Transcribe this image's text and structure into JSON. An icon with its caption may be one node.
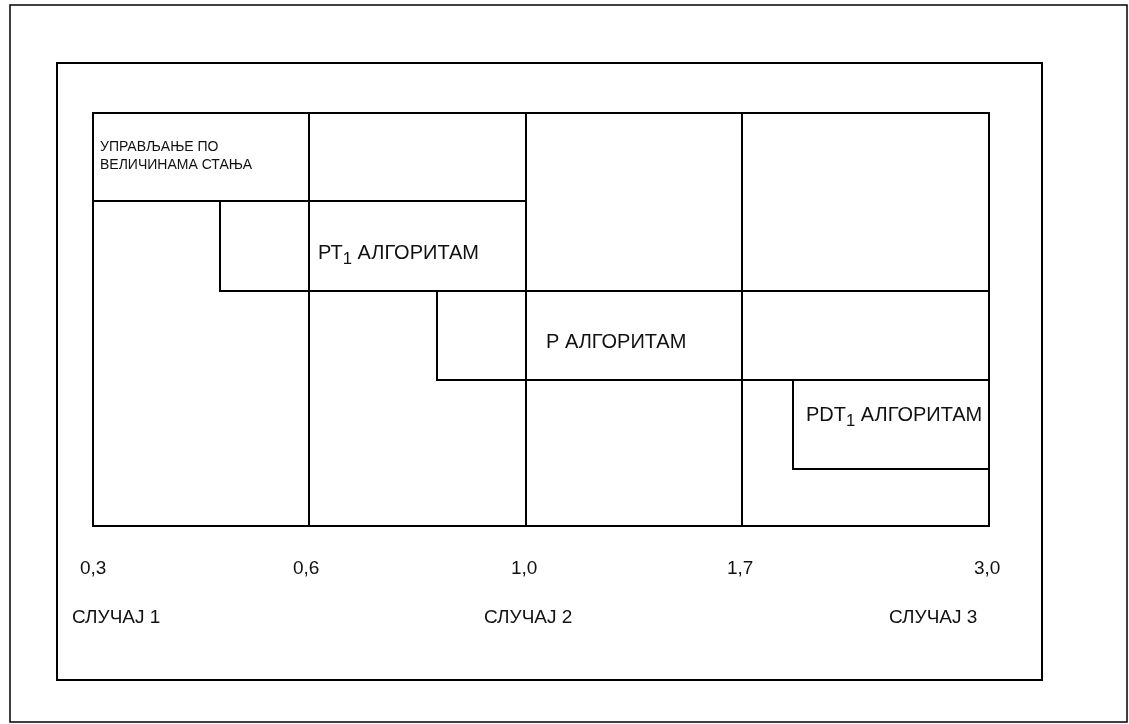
{
  "diagram": {
    "nodes": [
      {
        "text": [
          "УПРАВЉАЊЕ ПО ВЕЛИЧИНАМА СТАЊА"
        ]
      },
      {
        "text": [
          "РТ$_{1}$ АЛГОРИТАМ"
        ]
      },
      {
        "text": [
          "Р АЛГОРИТАМ"
        ]
      },
      {
        "text": [
          "PDT$_{1}$ АЛГОРИТАМ"
        ]
      }
    ],
    "labels": [
      "0,3",
      "0,6",
      "1,0",
      "1,7",
      "3,0",
      "СЛУЧАЈ 1",
      "СЛУЧАЈ 2",
      "СЛУЧАЈ 3"
    ]
  }
}
